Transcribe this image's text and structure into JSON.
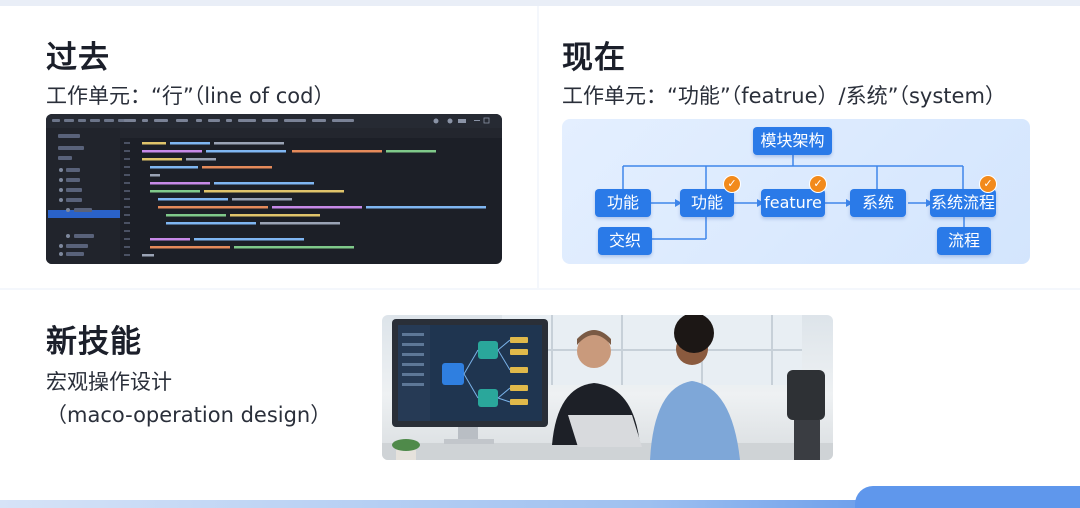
{
  "past": {
    "title": "过去",
    "subtitle": "工作单元：“行”（line of cod）"
  },
  "now": {
    "title": "现在",
    "subtitle": "工作单元：“功能”（featrue）/系统”（system）",
    "diagram": {
      "top_node": "模块架构",
      "nodes": [
        "功能",
        "功能",
        "feature",
        "系统",
        "系统流程"
      ],
      "left_bottom_node": "交织",
      "right_bottom_node": "流程",
      "check_icon": "✓",
      "accent_color": "#2a7ae8",
      "check_color": "#f28a1c"
    }
  },
  "skill": {
    "title": "新技能",
    "subtitle_line1": "宏观操作设计",
    "subtitle_line2": "（maco-operation design）"
  }
}
